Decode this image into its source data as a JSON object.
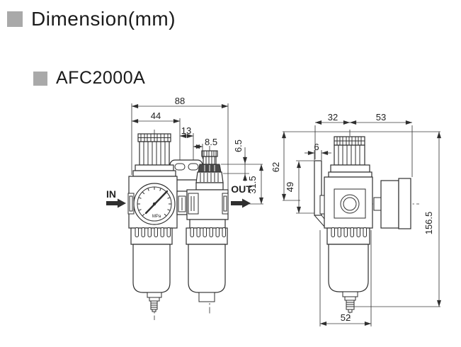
{
  "header": {
    "section_title": "Dimension(mm)",
    "model": "AFC2000A"
  },
  "front_view": {
    "port_in": "IN",
    "port_out": "OUT",
    "gauge_unit": "MPa",
    "dims": {
      "overall_width": "88",
      "left_width": "44",
      "slot_pitch": "13",
      "slot_edge": "8.5",
      "top_offset": "6.5",
      "outlet_height": "31.5"
    }
  },
  "side_view": {
    "dims": {
      "back_width": "32",
      "front_width": "53",
      "bracket_thickness": "6",
      "knob_height": "62",
      "bracket_height": "49",
      "overall_height": "156.5",
      "body_width": "52"
    }
  },
  "colors": {
    "line": "#2f2f2f",
    "bullet": "#a9a9a9"
  }
}
